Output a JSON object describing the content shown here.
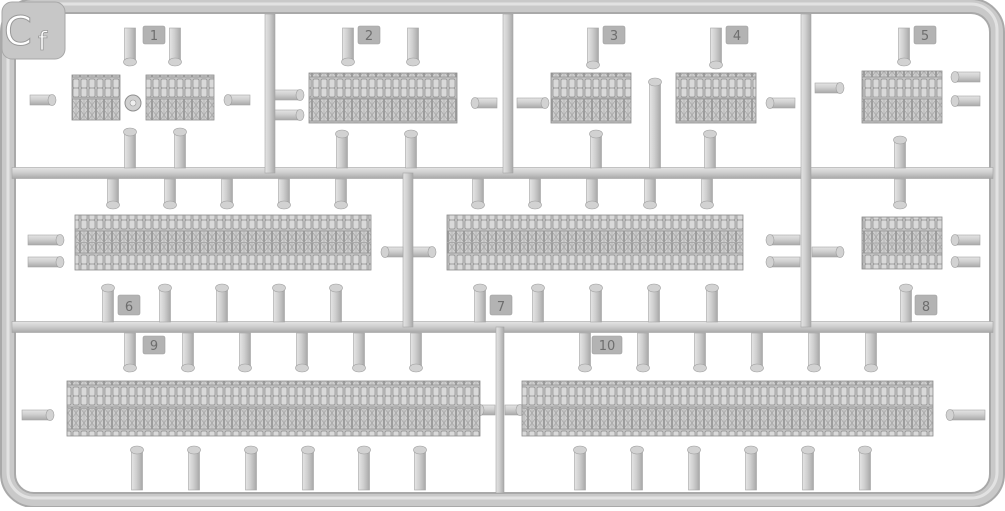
{
  "sprue": {
    "code_letter": "C",
    "code_suffix": "f",
    "background_color": "#ffffff",
    "plastic_color": "#c9c9c9",
    "plastic_shadow": "#9c9c9c",
    "plastic_highlight": "#e6e6e6",
    "number_tag_color": "#b3b3b3",
    "number_text_color": "#6e6e6e",
    "part_numbers": [
      "1",
      "2",
      "3",
      "4",
      "5",
      "6",
      "7",
      "8",
      "9",
      "10"
    ]
  }
}
